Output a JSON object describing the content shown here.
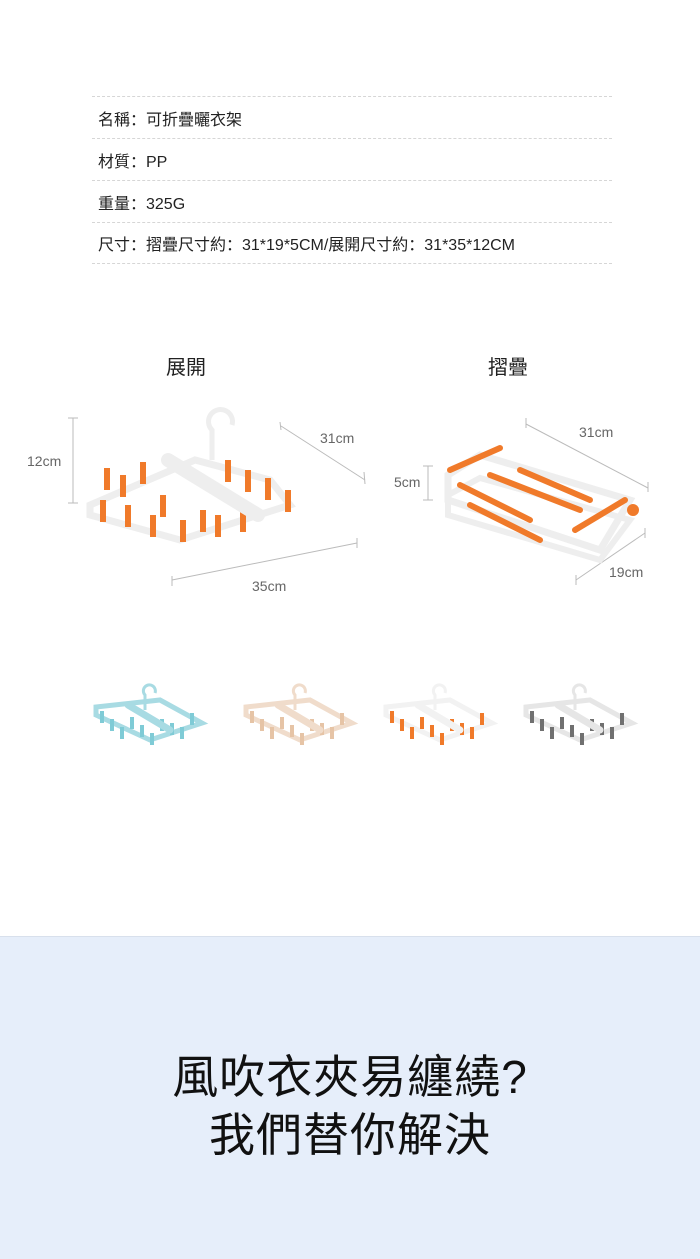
{
  "specs": [
    "名稱：可折疊曬衣架",
    "材質：PP",
    "重量：325G",
    "尺寸：摺疊尺寸約：31*19*5CM/展開尺寸約：31*35*12CM"
  ],
  "views": {
    "expanded": {
      "title": "展開",
      "height": "12cm",
      "depth": "31cm",
      "width": "35cm"
    },
    "folded": {
      "title": "摺疊",
      "height": "5cm",
      "depth": "31cm",
      "width": "19cm"
    }
  },
  "colors": {
    "blue": "#7fcbd6",
    "beige": "#e6c4a6",
    "orange": "#f07a2a",
    "gray": "#707070",
    "frame": "#f2f2f2"
  },
  "banner": {
    "line1": "風吹衣夾易纏繞?",
    "line2": "我們替你解決"
  }
}
